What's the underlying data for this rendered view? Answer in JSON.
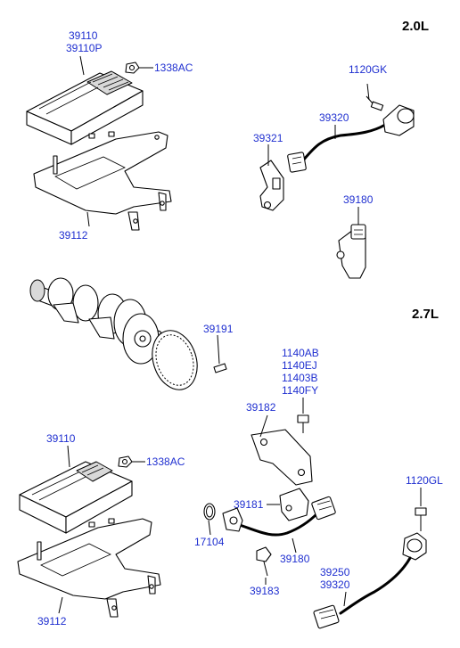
{
  "sections": {
    "engine_20": "2.0L",
    "engine_27": "2.7L"
  },
  "labels": {
    "ecu_20_a": "39110",
    "ecu_20_b": "39110P",
    "nut_20": "1338AC",
    "bracket_20": "39112",
    "bolt_knock_20": "1120GK",
    "knock_sensor_20": "39320",
    "cmp_bracket_20": "39321",
    "cmp_sensor_20": "39180",
    "crank_bolt": "39191",
    "bolts_27_a": "1140AB",
    "bolts_27_b": "1140EJ",
    "bolts_27_c": "11403B",
    "bolts_27_d": "1140FY",
    "cmp_bracket_27": "39182",
    "ecu_27": "39110",
    "nut_27": "1338AC",
    "sensor_bracket_27": "39181",
    "oring_27": "17104",
    "sensor_27": "39180",
    "bolt_27": "39183",
    "bracket_27": "39112",
    "bolt_knock_27": "1120GL",
    "knock_27_a": "39250",
    "knock_27_b": "39320"
  },
  "colors": {
    "label": "#1f2fd0",
    "line": "#000000",
    "background": "#ffffff"
  }
}
